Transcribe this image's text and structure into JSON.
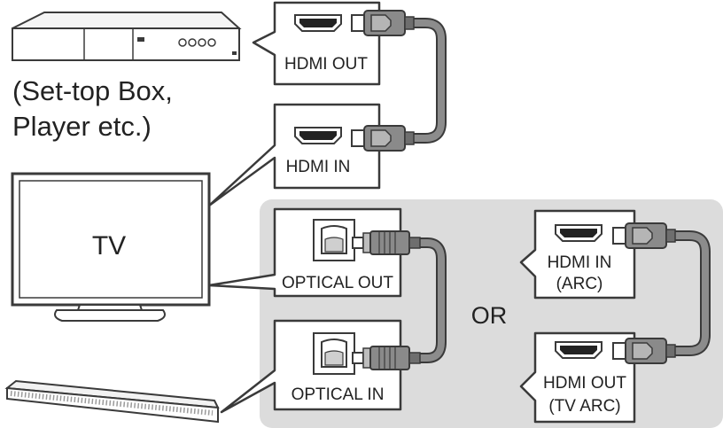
{
  "labels": {
    "source_line1": "(Set-top Box,",
    "source_line2": "Player etc.)",
    "tv": "TV",
    "hdmi_out": "HDMI OUT",
    "hdmi_in": "HDMI IN",
    "optical_out": "OPTICAL OUT",
    "optical_in": "OPTICAL IN",
    "or": "OR",
    "hdmi_in_arc_line1": "HDMI IN",
    "hdmi_in_arc_line2": "(ARC)",
    "hdmi_out_tvarc_line1": "HDMI OUT",
    "hdmi_out_tvarc_line2": "(TV ARC)"
  },
  "colors": {
    "panel_bg": "#dcdcdc",
    "outline": "#3a3a3a",
    "cable": "#8c8c8c",
    "connector": "#6e6e6e"
  },
  "icons": [
    "set-top-box-icon",
    "tv-icon",
    "soundbar-icon",
    "hdmi-port-icon",
    "optical-port-icon",
    "hdmi-plug-icon",
    "optical-plug-icon"
  ]
}
